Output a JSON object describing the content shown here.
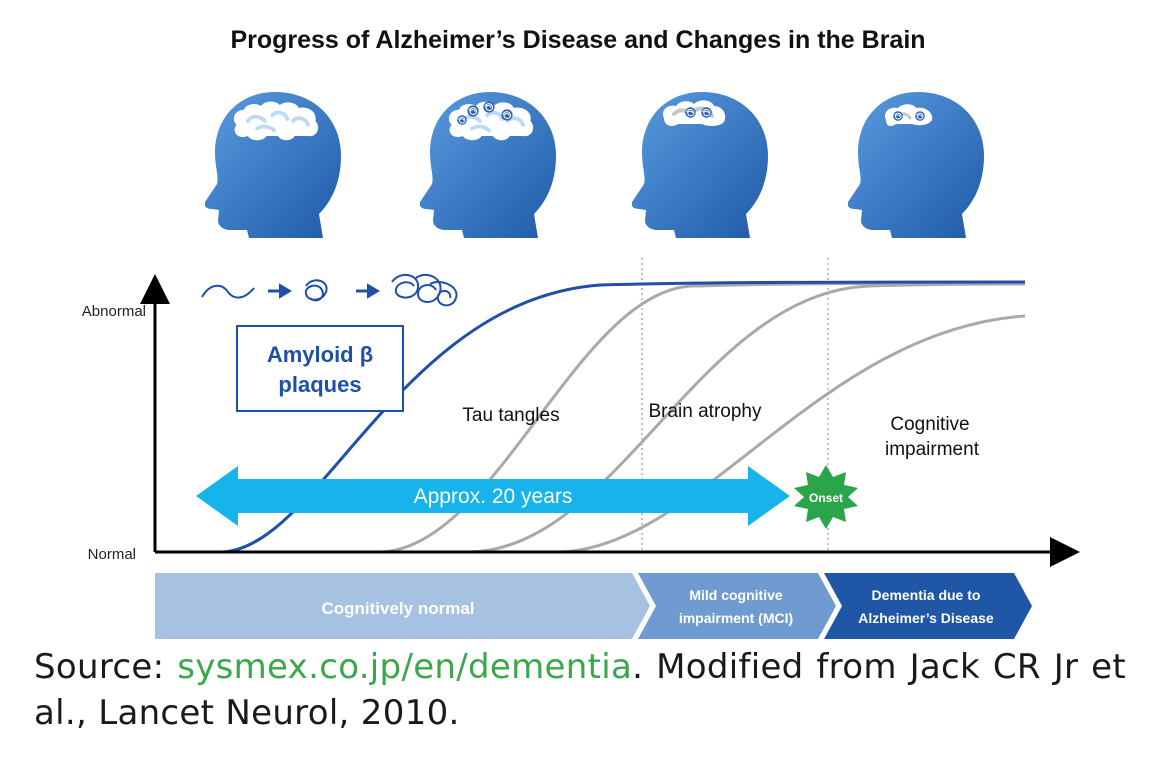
{
  "title": "Progress of Alzheimer’s Disease and Changes in the Brain",
  "axis": {
    "y_top": "Abnormal",
    "y_bottom": "Normal"
  },
  "amyloid_label": [
    "Amyloid β",
    "plaques"
  ],
  "curve_labels": {
    "tau": "Tau tangles",
    "atrophy": "Brain atrophy",
    "cognitive": [
      "Cognitive",
      "impairment"
    ]
  },
  "timeline": {
    "span": "Approx. 20 years",
    "onset": "Onset"
  },
  "stages": {
    "normal": "Cognitively normal",
    "mci": [
      "Mild cognitive",
      "impairment (MCI)"
    ],
    "dementia": [
      "Dementia due to",
      "Alzheimer’s Disease"
    ]
  },
  "source": {
    "prefix": "Source: ",
    "link": "sysmex.co.jp/en/dementia",
    "suffix": ". Modified from Jack CR Jr et al., Lancet Neurol, 2010."
  },
  "colors": {
    "amyloid_curve": "#1f4fa8",
    "other_curves": "#a9a9a9",
    "arrow": "#16b4ea",
    "onset": "#2aa54a",
    "stage_normal": "#a6c1e2",
    "stage_mci": "#6f9bd0",
    "stage_dementia": "#1f56a5",
    "head": "#3b7ec9"
  }
}
